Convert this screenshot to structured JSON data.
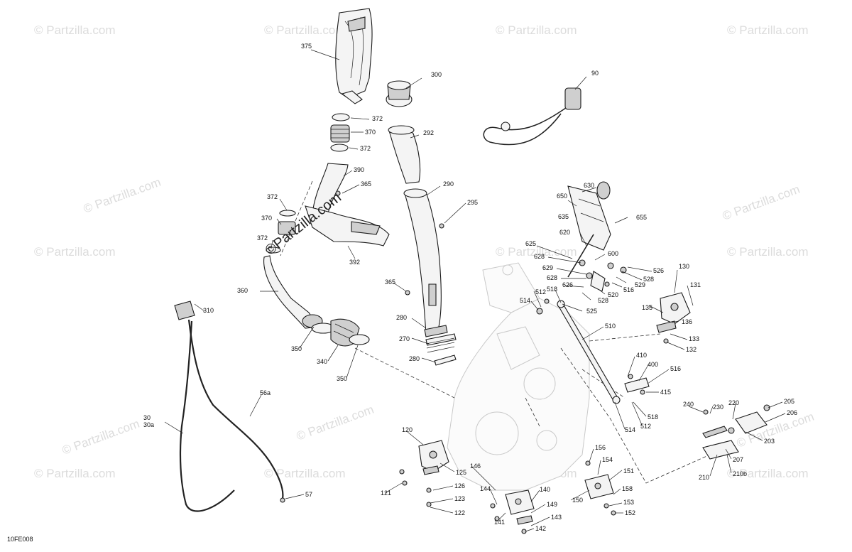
{
  "diagram": {
    "reference_code": "10FE008",
    "watermark_text": "© Partzilla.com",
    "center_watermark": "©Partzilla.com",
    "callouts": [
      {
        "id": "c375",
        "text": "375"
      },
      {
        "id": "c300",
        "text": "300"
      },
      {
        "id": "c90",
        "text": "90"
      },
      {
        "id": "c372a",
        "text": "372"
      },
      {
        "id": "c370a",
        "text": "370"
      },
      {
        "id": "c372b",
        "text": "372"
      },
      {
        "id": "c292",
        "text": "292"
      },
      {
        "id": "c390",
        "text": "390"
      },
      {
        "id": "c365a",
        "text": "365"
      },
      {
        "id": "c290",
        "text": "290"
      },
      {
        "id": "c295",
        "text": "295"
      },
      {
        "id": "c630",
        "text": "630"
      },
      {
        "id": "c650",
        "text": "650"
      },
      {
        "id": "c372c",
        "text": "372"
      },
      {
        "id": "c370b",
        "text": "370"
      },
      {
        "id": "c635",
        "text": "635"
      },
      {
        "id": "c655",
        "text": "655"
      },
      {
        "id": "c620",
        "text": "620"
      },
      {
        "id": "c372d",
        "text": "372"
      },
      {
        "id": "c625",
        "text": "625"
      },
      {
        "id": "c600",
        "text": "600"
      },
      {
        "id": "c392",
        "text": "392"
      },
      {
        "id": "c628a",
        "text": "628"
      },
      {
        "id": "c629",
        "text": "629"
      },
      {
        "id": "c526",
        "text": "526"
      },
      {
        "id": "c628b",
        "text": "628"
      },
      {
        "id": "c528a",
        "text": "528"
      },
      {
        "id": "c130",
        "text": "130"
      },
      {
        "id": "c360",
        "text": "360"
      },
      {
        "id": "c365b",
        "text": "365"
      },
      {
        "id": "c512a",
        "text": "512"
      },
      {
        "id": "c518a",
        "text": "518"
      },
      {
        "id": "c626",
        "text": "626"
      },
      {
        "id": "c516a",
        "text": "516"
      },
      {
        "id": "c529",
        "text": "529"
      },
      {
        "id": "c131",
        "text": "131"
      },
      {
        "id": "c310",
        "text": "310"
      },
      {
        "id": "c514a",
        "text": "514"
      },
      {
        "id": "c520",
        "text": "520"
      },
      {
        "id": "c528b",
        "text": "528"
      },
      {
        "id": "c525",
        "text": "525"
      },
      {
        "id": "c135",
        "text": "135"
      },
      {
        "id": "c136",
        "text": "136"
      },
      {
        "id": "c280a",
        "text": "280"
      },
      {
        "id": "c510",
        "text": "510"
      },
      {
        "id": "c133",
        "text": "133"
      },
      {
        "id": "c270",
        "text": "270"
      },
      {
        "id": "c350a",
        "text": "350"
      },
      {
        "id": "c132",
        "text": "132"
      },
      {
        "id": "c340",
        "text": "340"
      },
      {
        "id": "c410",
        "text": "410"
      },
      {
        "id": "c280b",
        "text": "280"
      },
      {
        "id": "c400",
        "text": "400"
      },
      {
        "id": "c516b",
        "text": "516"
      },
      {
        "id": "c350b",
        "text": "350"
      },
      {
        "id": "c415",
        "text": "415"
      },
      {
        "id": "c56a",
        "text": "56a"
      },
      {
        "id": "c240",
        "text": "240"
      },
      {
        "id": "c230",
        "text": "230"
      },
      {
        "id": "c220",
        "text": "220"
      },
      {
        "id": "c205",
        "text": "205"
      },
      {
        "id": "c518b",
        "text": "518"
      },
      {
        "id": "c206",
        "text": "206"
      },
      {
        "id": "c30",
        "text": "30"
      },
      {
        "id": "c30a",
        "text": "30a"
      },
      {
        "id": "c514b",
        "text": "514"
      },
      {
        "id": "c512b",
        "text": "512"
      },
      {
        "id": "c120",
        "text": "120"
      },
      {
        "id": "c203",
        "text": "203"
      },
      {
        "id": "c156",
        "text": "156"
      },
      {
        "id": "c154",
        "text": "154"
      },
      {
        "id": "c207",
        "text": "207"
      },
      {
        "id": "c146",
        "text": "146"
      },
      {
        "id": "c125",
        "text": "125"
      },
      {
        "id": "c151",
        "text": "151"
      },
      {
        "id": "c210",
        "text": "210"
      },
      {
        "id": "c210b",
        "text": "210b"
      },
      {
        "id": "c121",
        "text": "121"
      },
      {
        "id": "c126",
        "text": "126"
      },
      {
        "id": "c144",
        "text": "144"
      },
      {
        "id": "c140",
        "text": "140"
      },
      {
        "id": "c158",
        "text": "158"
      },
      {
        "id": "c57",
        "text": "57"
      },
      {
        "id": "c123",
        "text": "123"
      },
      {
        "id": "c150",
        "text": "150"
      },
      {
        "id": "c153",
        "text": "153"
      },
      {
        "id": "c149",
        "text": "149"
      },
      {
        "id": "c122",
        "text": "122"
      },
      {
        "id": "c152",
        "text": "152"
      },
      {
        "id": "c143",
        "text": "143"
      },
      {
        "id": "c141",
        "text": "141"
      },
      {
        "id": "c142",
        "text": "142"
      }
    ]
  }
}
